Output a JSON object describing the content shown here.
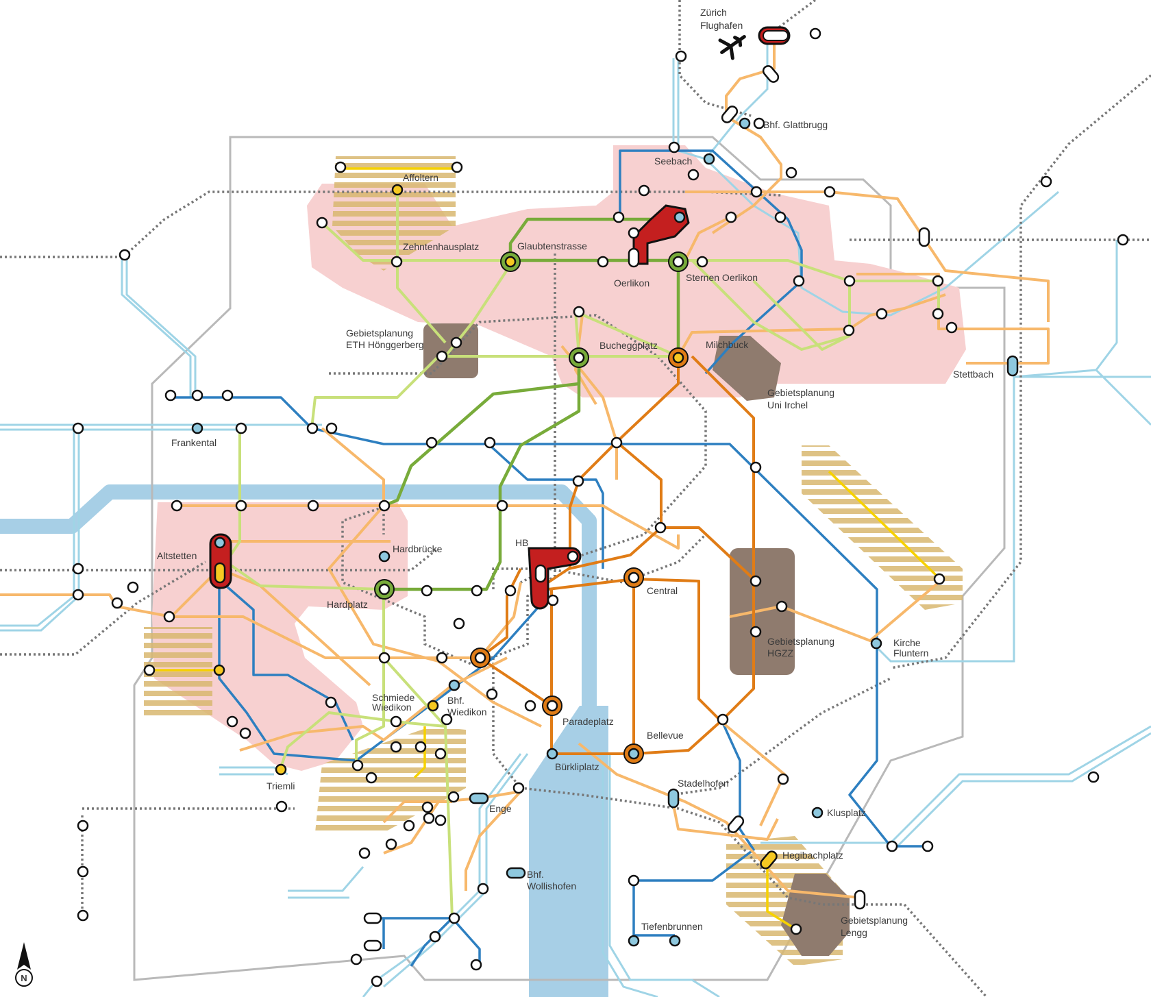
{
  "map": {
    "colors": {
      "zone": "#f7d0d0",
      "planning_area": "#8f7b6e",
      "hatch": "#d9b870",
      "water": "#a7cfe6",
      "rail_dotted": "#777777",
      "boundary": "#b9b9b9",
      "suburban": "#9fd4e6",
      "tram_blue": "#2d7fc0",
      "tram_orange": "#f7b86b",
      "dark_orange": "#e07c16",
      "light_green": "#c8e07a",
      "dark_green": "#78ab3a",
      "yellow": "#f6d100",
      "hub_red": "#c41f1f"
    },
    "north_label": "N",
    "north_icon": "compass-north-arrow",
    "airport_icon": "airplane-icon",
    "areas": [
      {
        "key": "eth",
        "label1": "Gebietsplanung",
        "label2": "ETH Hönggerberg"
      },
      {
        "key": "irchel",
        "label1": "Gebietsplanung",
        "label2": "Uni Irchel"
      },
      {
        "key": "hgzz",
        "label1": "Gebietsplanung",
        "label2": "HGZZ"
      },
      {
        "key": "lengg",
        "label1": "Gebietsplanung",
        "label2": "Lengg"
      }
    ],
    "stations": [
      {
        "key": "flughafen",
        "label1": "Zürich",
        "label2": "Flughafen"
      },
      {
        "key": "glattbrugg",
        "label1": "Bhf. Glattbrugg"
      },
      {
        "key": "seebach",
        "label1": "Seebach"
      },
      {
        "key": "affoltern",
        "label1": "Affoltern"
      },
      {
        "key": "zehntenhausplatz",
        "label1": "Zehntenhausplatz"
      },
      {
        "key": "glaubtenstrasse",
        "label1": "Glaubtenstrasse"
      },
      {
        "key": "oerlikon",
        "label1": "Oerlikon"
      },
      {
        "key": "sternen",
        "label1": "Sternen Oerlikon"
      },
      {
        "key": "bucheggplatz",
        "label1": "Bucheggplatz"
      },
      {
        "key": "milchbuck",
        "label1": "Milchbuck"
      },
      {
        "key": "stettbach",
        "label1": "Stettbach"
      },
      {
        "key": "frankental",
        "label1": "Frankental"
      },
      {
        "key": "altstetten",
        "label1": "Altstetten"
      },
      {
        "key": "hardbruecke",
        "label1": "Hardbrücke"
      },
      {
        "key": "hardplatz",
        "label1": "Hardplatz"
      },
      {
        "key": "hb",
        "label1": "HB"
      },
      {
        "key": "central",
        "label1": "Central"
      },
      {
        "key": "schmiede",
        "label1": "Schmiede",
        "label2": "Wiedikon"
      },
      {
        "key": "bhfwiedikon",
        "label1": "Bhf.",
        "label2": "Wiedikon"
      },
      {
        "key": "paradeplatz",
        "label1": "Paradeplatz"
      },
      {
        "key": "bellevue",
        "label1": "Bellevue"
      },
      {
        "key": "buerkliplatz",
        "label1": "Bürkliplatz"
      },
      {
        "key": "triemli",
        "label1": "Triemli"
      },
      {
        "key": "enge",
        "label1": "Enge"
      },
      {
        "key": "stadelhofen",
        "label1": "Stadelhofen"
      },
      {
        "key": "klusplatz",
        "label1": "Klusplatz"
      },
      {
        "key": "hegibachplatz",
        "label1": "Hegibachplatz"
      },
      {
        "key": "fluntern",
        "label1": "Kirche",
        "label2": "Fluntern"
      },
      {
        "key": "wollishofen",
        "label1": "Bhf.",
        "label2": "Wollishofen"
      },
      {
        "key": "tiefenbrunnen",
        "label1": "Tiefenbrunnen"
      }
    ]
  }
}
